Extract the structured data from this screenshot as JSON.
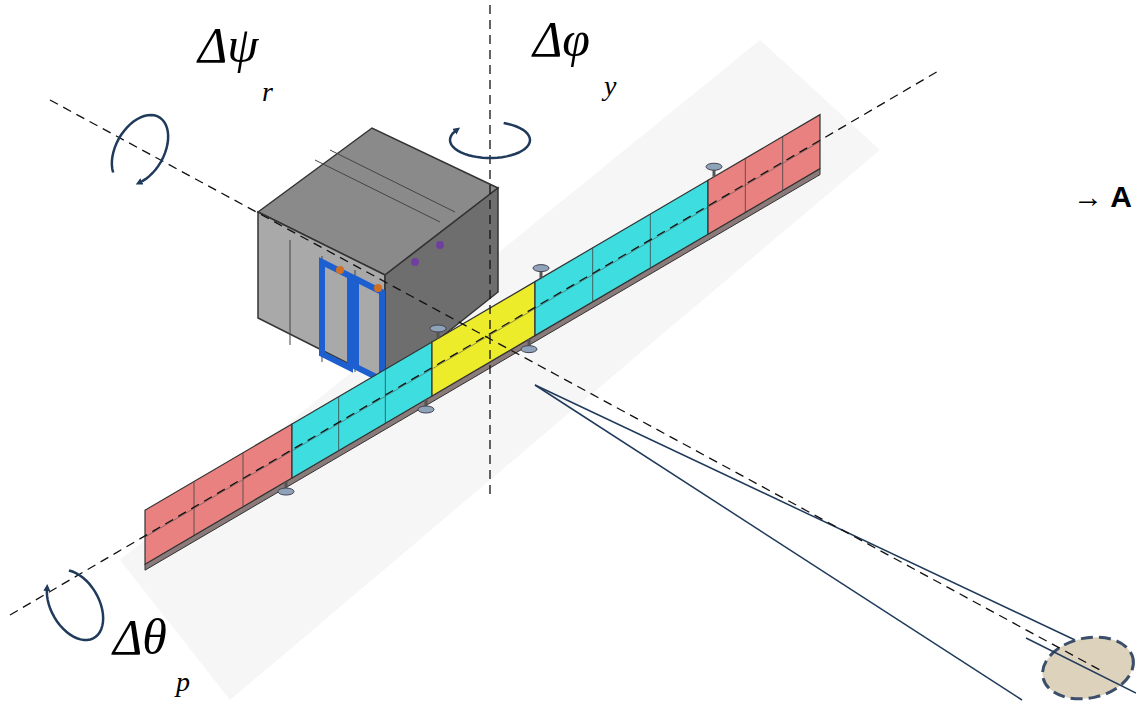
{
  "diagram": {
    "labels": [
      "Δψ",
      "r",
      "Δφ",
      "y",
      "Δθ",
      "p",
      "→ A"
    ]
  }
}
